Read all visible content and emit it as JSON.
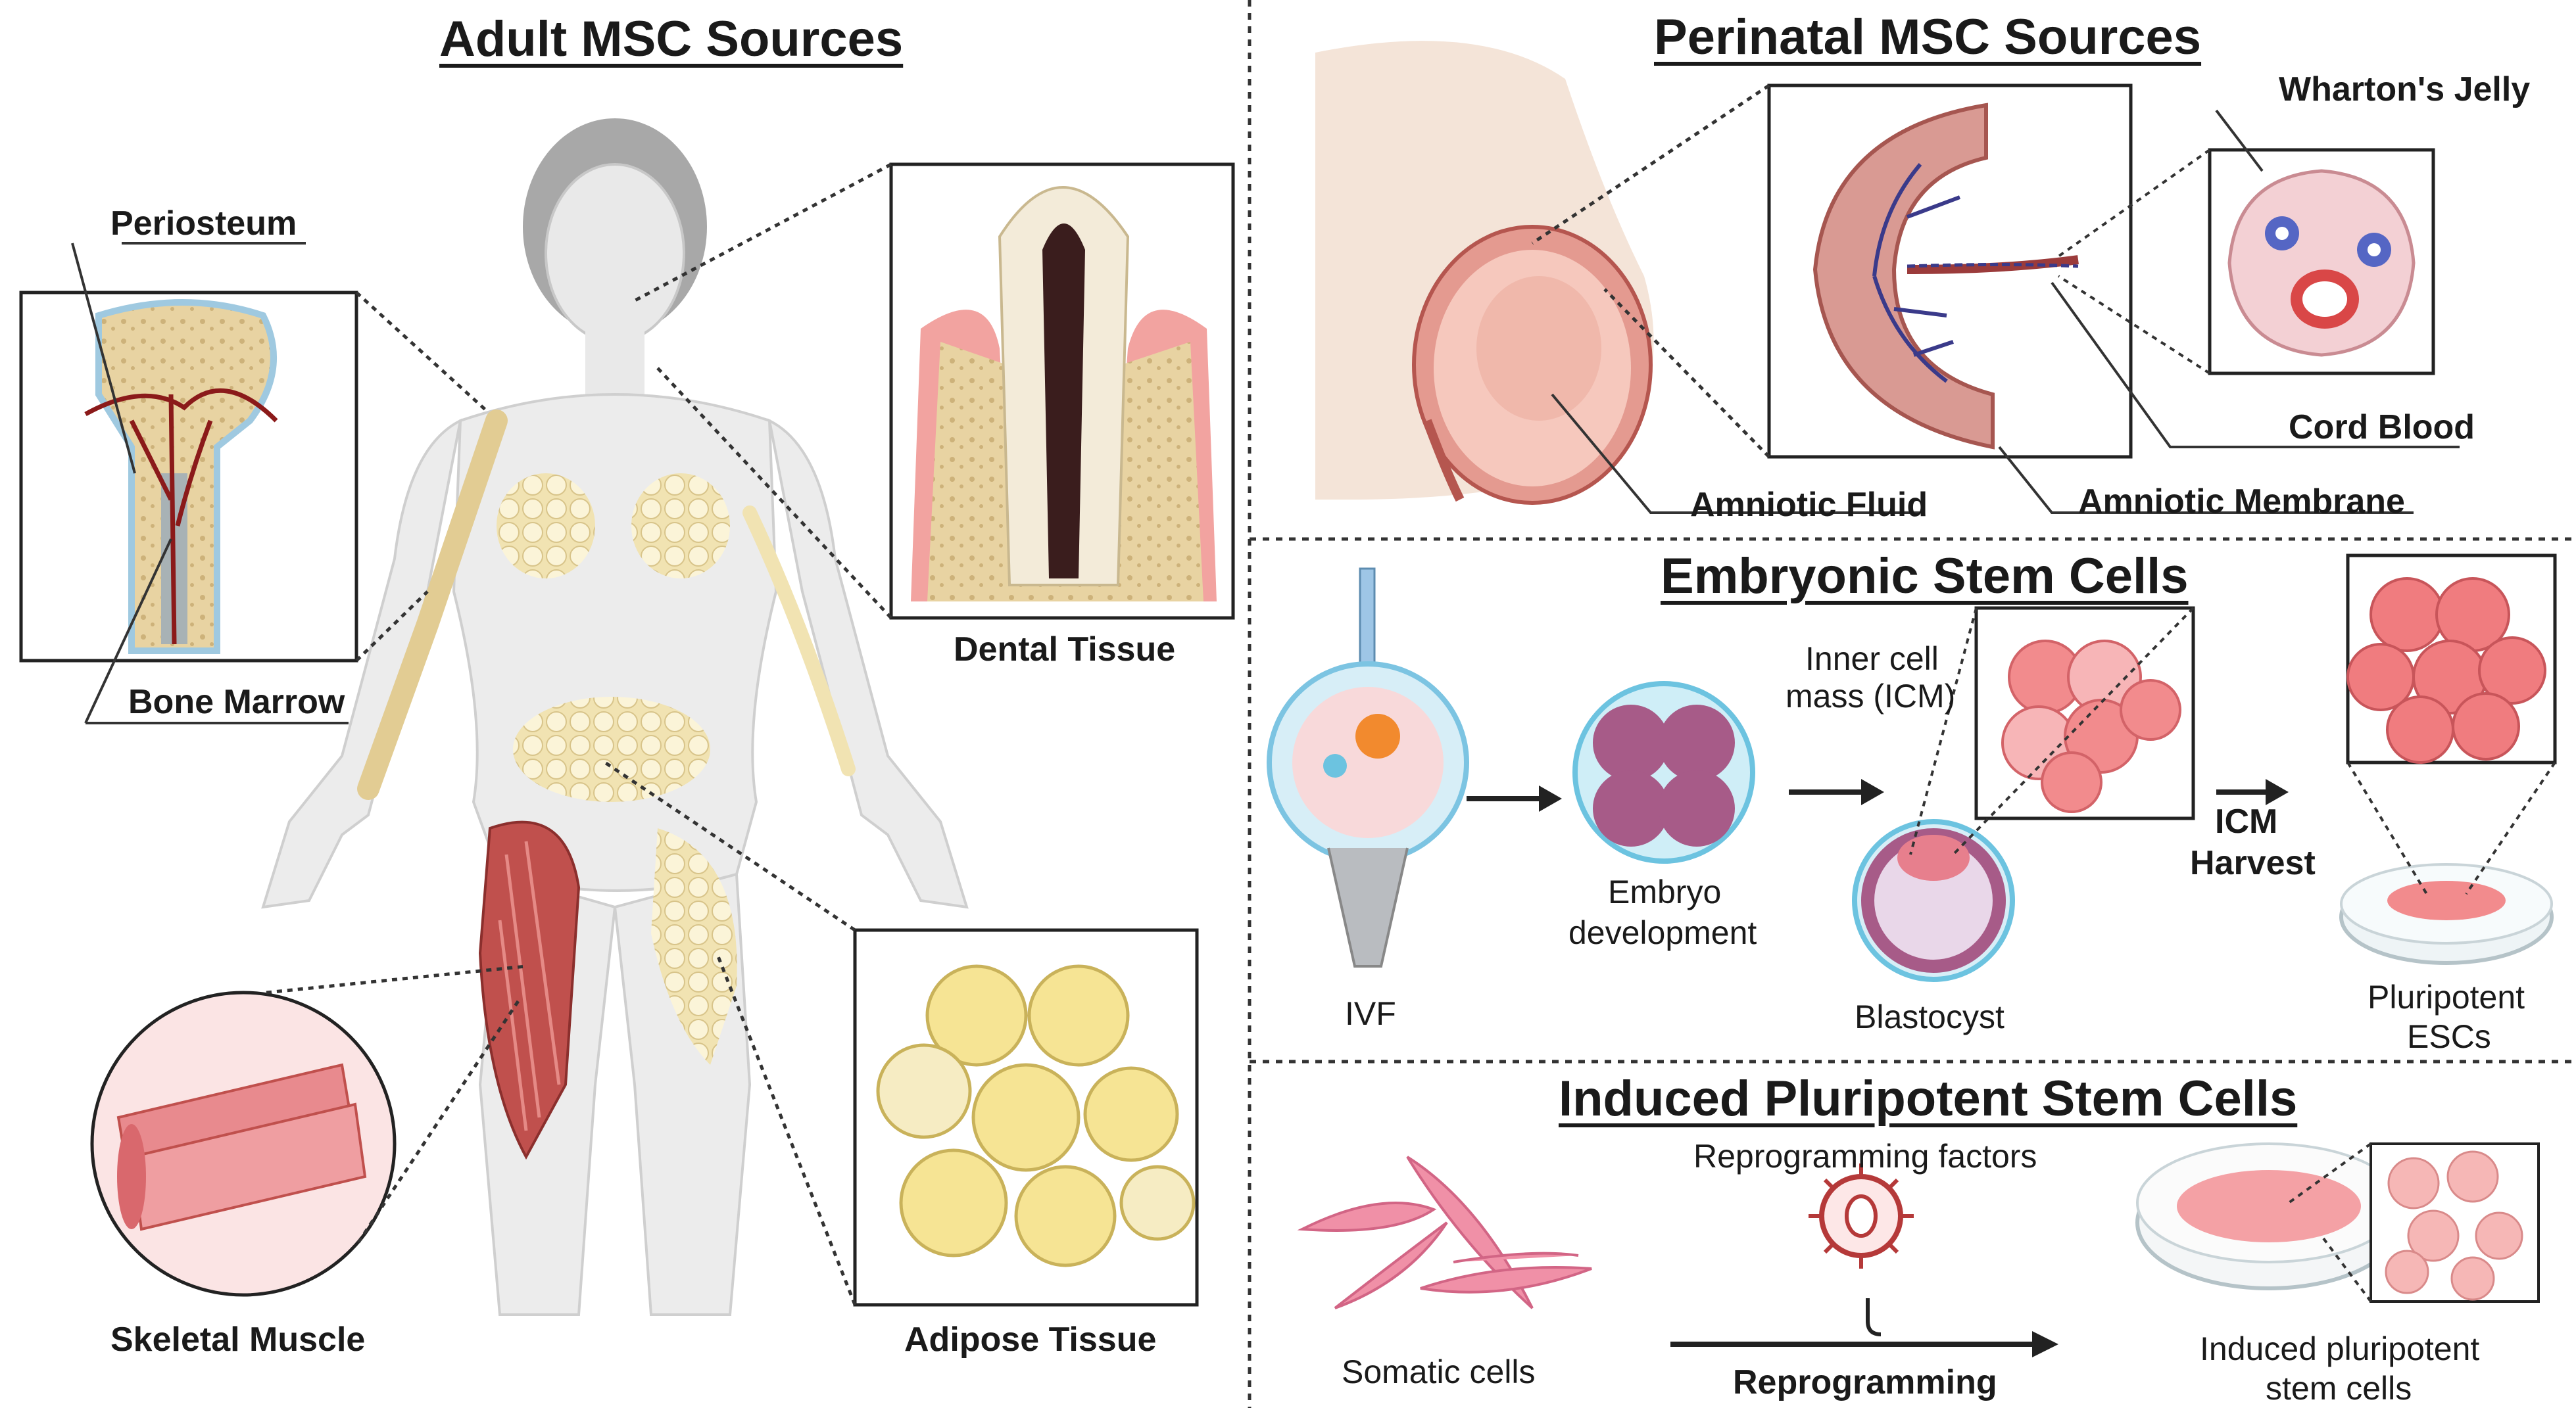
{
  "adult": {
    "title": "Adult MSC Sources",
    "periosteum": "Periosteum",
    "bone_marrow": "Bone Marrow",
    "dental": "Dental Tissue",
    "skeletal": "Skeletal Muscle",
    "adipose": "Adipose Tissue"
  },
  "perinatal": {
    "title": "Perinatal MSC Sources",
    "wharton": "Wharton's Jelly",
    "cord_blood": "Cord Blood",
    "amniotic_fluid": "Amniotic Fluid",
    "amniotic_membrane": "Amniotic Membrane"
  },
  "esc": {
    "title": "Embryonic Stem Cells",
    "ivf": "IVF",
    "embryo_dev_1": "Embryo",
    "embryo_dev_2": "development",
    "icm_1": "Inner cell",
    "icm_2": "mass (ICM)",
    "blastocyst": "Blastocyst",
    "harvest_1": "ICM",
    "harvest_2": "Harvest",
    "pluri_1": "Pluripotent",
    "pluri_2": "ESCs"
  },
  "ipsc": {
    "title": "Induced Pluripotent Stem Cells",
    "factors": "Reprogramming factors",
    "somatic": "Somatic cells",
    "reprogramming": "Reprogramming",
    "induced_1": "Induced pluripotent",
    "induced_2": "stem cells"
  },
  "colors": {
    "bone": "#e8d6a8",
    "vessel": "#8b1a1a",
    "muscle": "#c0504d",
    "fat": "#f3e6a6",
    "skin": "#e9e9e9",
    "cell_pink": "#e8747c",
    "zona": "#6cc3e0"
  }
}
